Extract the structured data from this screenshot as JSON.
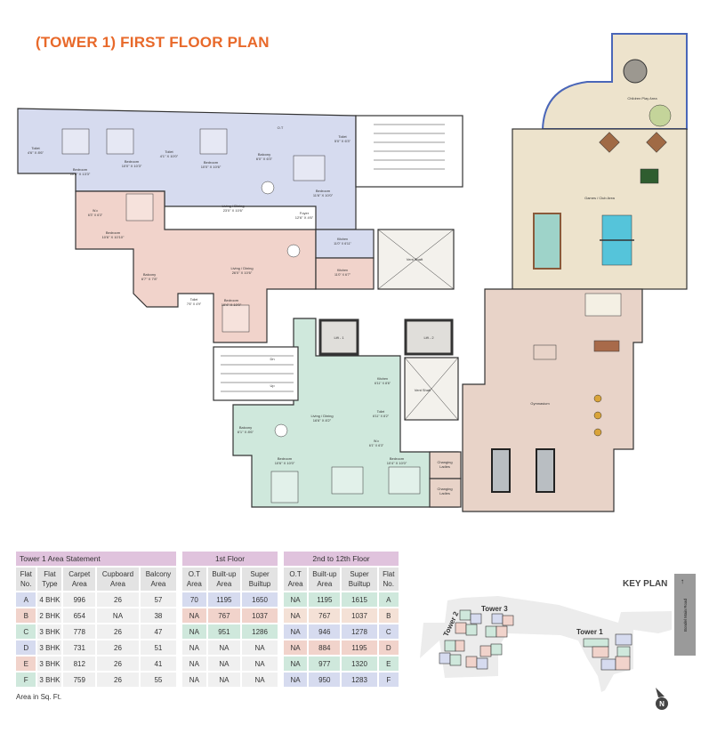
{
  "title": "(TOWER 1) FIRST FLOOR PLAN",
  "colors": {
    "flat_blue": "#d6dbef",
    "flat_pink": "#f1d3cb",
    "flat_green": "#cfe8dc",
    "flat_peach": "#f4e1d6",
    "club": "#ede3cc",
    "gym": "#e8d3c8",
    "title": "#e8692a",
    "header": "#e0c3dd"
  },
  "floor_plan": {
    "rooms": [
      {
        "name": "Toilet",
        "dim": "4'6\" X 8'6\""
      },
      {
        "name": "Bedroom",
        "dim": "10'6\" X 13'3\""
      },
      {
        "name": "Bedroom",
        "dim": "10'0\" X 10'3\""
      },
      {
        "name": "Toilet",
        "dim": "4'1\" X 10'0\""
      },
      {
        "name": "Bedroom",
        "dim": "10'0\" X 10'6\""
      },
      {
        "name": "Balcony",
        "dim": "6'0\" X 6'3\""
      },
      {
        "name": "O.T",
        "dim": ""
      },
      {
        "name": "Toilet",
        "dim": "5'0\" X 6'3\""
      },
      {
        "name": "Bedroom",
        "dim": "11'6\" X 10'0\""
      },
      {
        "name": "Living / Dining",
        "dim": "23'0\" X 10'6\""
      },
      {
        "name": "Foyer",
        "dim": "12'6\" X 4'6\""
      },
      {
        "name": "Kitchen",
        "dim": "11'0\" X 6'11\""
      },
      {
        "name": "W.c",
        "dim": "6'3\" X 6'3\""
      },
      {
        "name": "Bedroom",
        "dim": "10'6\" X 10'10\""
      },
      {
        "name": "Living / Dining",
        "dim": "26'0\" X 10'6\""
      },
      {
        "name": "Kitchen",
        "dim": "11'0\" X 6'7\""
      },
      {
        "name": "Balcony",
        "dim": "6'7\" X 7'8\""
      },
      {
        "name": "Toilet",
        "dim": "7'6\" X 4'9\""
      },
      {
        "name": "Bedroom",
        "dim": "10'4\" X 10'0\""
      },
      {
        "name": "Lift - 1",
        "dim": ""
      },
      {
        "name": "Lift - 2",
        "dim": ""
      },
      {
        "name": "Vent Shaft",
        "dim": ""
      },
      {
        "name": "Vent Shaft",
        "dim": ""
      },
      {
        "name": "Kitchen",
        "dim": "6'11\" X 8'6\""
      },
      {
        "name": "Toilet",
        "dim": "6'11\" X 8'2\""
      },
      {
        "name": "Living / Dining",
        "dim": "16'6\" X 8'2\""
      },
      {
        "name": "Balcony",
        "dim": "6'1\" X 8'6\""
      },
      {
        "name": "W.c",
        "dim": "6'1\" X 6'3\""
      },
      {
        "name": "Bedroom",
        "dim": "10'6\" X 10'0\""
      },
      {
        "name": "Bedroom",
        "dim": "10'4\" X 10'0\""
      },
      {
        "name": "Changing",
        "dim": "Ladies"
      },
      {
        "name": "Changing",
        "dim": "Ladies"
      },
      {
        "name": "Gymnasium",
        "dim": ""
      },
      {
        "name": "Children Play Area",
        "dim": ""
      },
      {
        "name": "Games / Club Area",
        "dim": ""
      },
      {
        "name": "Dn",
        "dim": ""
      },
      {
        "name": "Up",
        "dim": ""
      }
    ]
  },
  "area_statement": {
    "title": "Tower 1 Area Statement",
    "columns": [
      "Flat No.",
      "Flat Type",
      "Carpet Area",
      "Cupboard Area",
      "Balcony Area"
    ],
    "rows": [
      [
        "A",
        "4 BHK",
        "996",
        "26",
        "57"
      ],
      [
        "B",
        "2 BHK",
        "654",
        "NA",
        "38"
      ],
      [
        "C",
        "3 BHK",
        "778",
        "26",
        "47"
      ],
      [
        "D",
        "3 BHK",
        "731",
        "26",
        "51"
      ],
      [
        "E",
        "3 BHK",
        "812",
        "26",
        "41"
      ],
      [
        "F",
        "3 BHK",
        "759",
        "26",
        "55"
      ]
    ],
    "row_colors": [
      "#d6dbef",
      "#f1d3cb",
      "#cfe8dc",
      "#d6dbef",
      "#f1d3cb",
      "#cfe8dc"
    ]
  },
  "first_floor": {
    "title": "1st Floor",
    "columns": [
      "O.T Area",
      "Built-up Area",
      "Super Builtup"
    ],
    "rows": [
      [
        "70",
        "1195",
        "1650"
      ],
      [
        "NA",
        "767",
        "1037"
      ],
      [
        "NA",
        "951",
        "1286"
      ],
      [
        "NA",
        "NA",
        "NA"
      ],
      [
        "NA",
        "NA",
        "NA"
      ],
      [
        "NA",
        "NA",
        "NA"
      ]
    ],
    "row_colors": [
      "#d6dbef",
      "#f1d3cb",
      "#cfe8dc",
      "#f0f0f0",
      "#f0f0f0",
      "#f0f0f0"
    ]
  },
  "upper_floors": {
    "title": "2nd to 12th Floor",
    "columns": [
      "O.T Area",
      "Built-up Area",
      "Super Builtup",
      "Flat No."
    ],
    "rows": [
      [
        "NA",
        "1195",
        "1615",
        "A"
      ],
      [
        "NA",
        "767",
        "1037",
        "B"
      ],
      [
        "NA",
        "946",
        "1278",
        "C"
      ],
      [
        "NA",
        "884",
        "1195",
        "D"
      ],
      [
        "NA",
        "977",
        "1320",
        "E"
      ],
      [
        "NA",
        "950",
        "1283",
        "F"
      ]
    ],
    "row_colors": [
      "#cfe8dc",
      "#f4e1d6",
      "#d6dbef",
      "#f1d3cb",
      "#cfe8dc",
      "#d6dbef"
    ]
  },
  "note": "Area in Sq. Ft.",
  "key_plan": {
    "title": "KEY PLAN",
    "towers": [
      "Tower 1",
      "Tower 2",
      "Tower 3"
    ],
    "road": "Bondel Main Road",
    "north": "N"
  }
}
